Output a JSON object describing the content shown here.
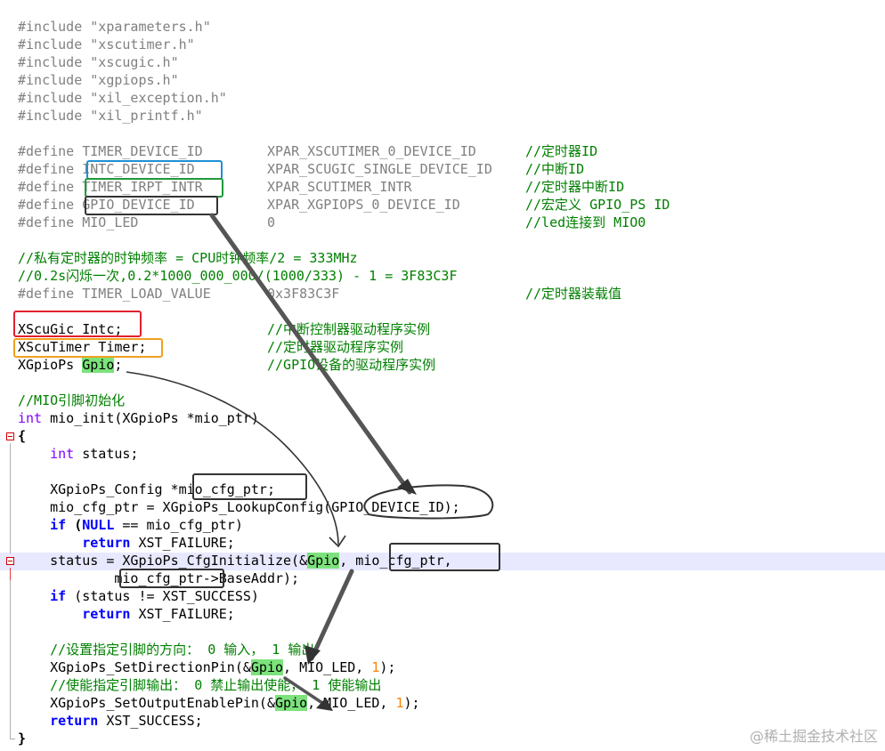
{
  "code": {
    "include_kw": "#include",
    "includes": [
      "\"xparameters.h\"",
      "\"xscutimer.h\"",
      "\"xscugic.h\"",
      "\"xgpiops.h\"",
      "\"xil_exception.h\"",
      "\"xil_printf.h\""
    ],
    "define_kw": "#define",
    "defines": [
      {
        "name": "TIMER_DEVICE_ID",
        "value": "XPAR_XSCUTIMER_0_DEVICE_ID",
        "comment": "//定时器ID"
      },
      {
        "name": "INTC_DEVICE_ID",
        "value": "XPAR_SCUGIC_SINGLE_DEVICE_ID",
        "comment": "//中断ID"
      },
      {
        "name": "TIMER_IRPT_INTR",
        "value": "XPAR_SCUTIMER_INTR",
        "comment": "//定时器中断ID"
      },
      {
        "name": "GPIO_DEVICE_ID",
        "value": "XPAR_XGPIOPS_0_DEVICE_ID",
        "comment": "//宏定义 GPIO_PS ID"
      },
      {
        "name": "MIO_LED",
        "value": "0",
        "comment": "//led连接到 MIO0"
      }
    ],
    "comment_rate": "//私有定时器的时钟频率 = CPU时钟频率/2 = 333MHz",
    "comment_calc": "//0.2s闪烁一次,0.2*1000_000_000/(1000/333) - 1 = 3F83C3F",
    "load_define": {
      "name": "TIMER_LOAD_VALUE",
      "value": "0x3F83C3F",
      "comment": "//定时器装载值"
    },
    "globals": [
      {
        "decl": "XScuGic Intc;",
        "comment": "//中断控制器驱动程序实例"
      },
      {
        "decl": "XScuTimer Timer;",
        "comment": "//定时器驱动程序实例"
      },
      {
        "type": "XGpioPs",
        "var": "Gpio",
        "semi": ";",
        "comment": "//GPIO设备的驱动程序实例"
      }
    ],
    "func_comment": "//MIO引脚初始化",
    "func_type": "int",
    "func_sig": "mio_init(XGpioPs *mio_ptr)",
    "open_brace": "{",
    "close_brace": "}",
    "t_int": "int",
    "t_status": "status;",
    "cfg_decl_a": "XGpioPs_Config *",
    "cfg_decl_b": "mio_cfg_ptr;",
    "lookup_a": "mio_cfg_ptr = XGpioPs_LookupConfig(",
    "lookup_b": "GPIO_DEVICE_ID",
    "lookup_c": ");",
    "if_kw": "if",
    "if_null_a": " (",
    "null_kw": "NULL",
    "if_null_b": " == mio_cfg_ptr)",
    "return_kw": "return",
    "ret_fail": " XST_FAILURE;",
    "init_a": "status = XGpioPs_CfgInitialize(&",
    "gpio": "Gpio",
    "init_b": ", mio_cfg_ptr,",
    "init2_a": "mio_cfg_ptr",
    "init2_b": "->BaseAddr);",
    "if_success": " (status != XST_SUCCESS)",
    "dir_comment": "//设置指定引脚的方向： 0 输入， 1 输出",
    "dir_a": "XGpioPs_SetDirectionPin(&",
    "dir_b": ", MIO_LED, ",
    "one": "1",
    "close_call": ");",
    "out_comment": "//使能指定引脚输出： 0 禁止输出使能， 1 使能输出",
    "out_a": "XGpioPs_SetOutputEnablePin(&",
    "ret_success": " XST_SUCCESS;"
  },
  "watermark": "@稀土掘金技术社区"
}
